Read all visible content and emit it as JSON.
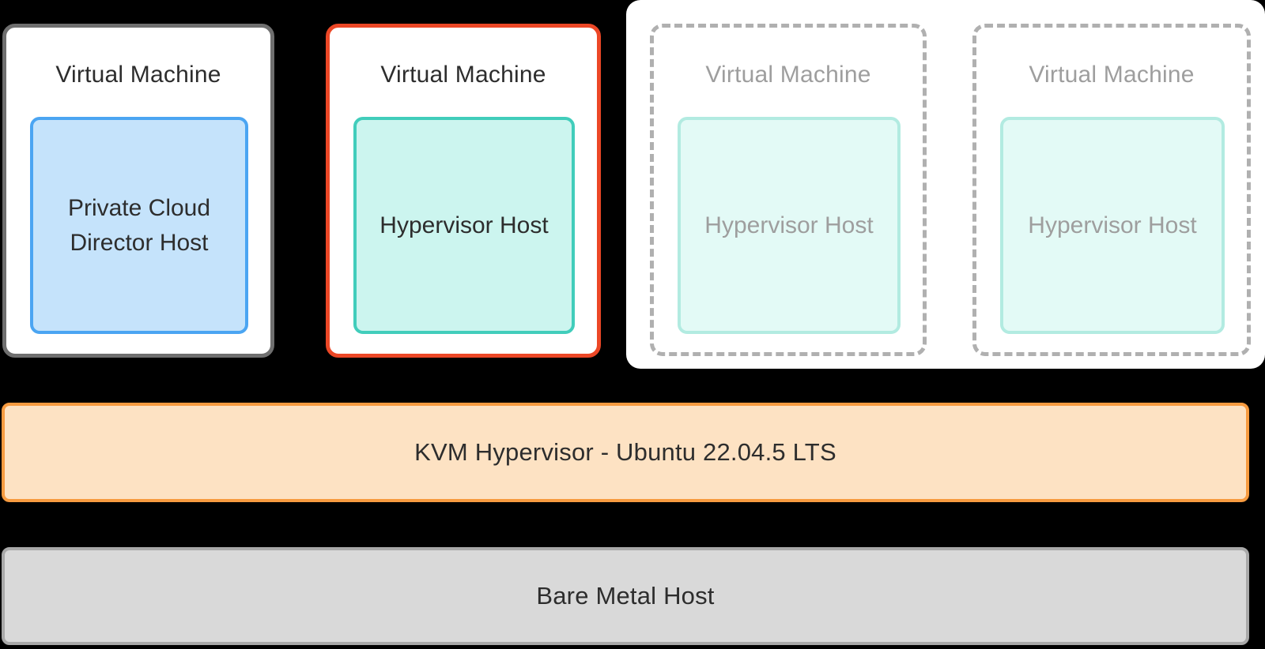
{
  "vms": [
    {
      "title": "Virtual Machine",
      "host": "Private Cloud Director Host",
      "state": "deployed"
    },
    {
      "title": "Virtual Machine",
      "host": "Hypervisor Host",
      "state": "deployed-highlighted"
    },
    {
      "title": "Virtual Machine",
      "host": "Hypervisor Host",
      "state": "planned"
    },
    {
      "title": "Virtual Machine",
      "host": "Hypervisor Host",
      "state": "planned"
    }
  ],
  "layers": [
    {
      "label": "KVM Hypervisor - Ubuntu 22.04.5 LTS"
    },
    {
      "label": "Bare Metal Host"
    }
  ],
  "colors": {
    "background": "#000000",
    "panel_bg": "#ffffff",
    "box_bg": "#ffffff",
    "box_border_gray": "#6f6f6f",
    "box_border_red": "#ec4726",
    "dashed_border": "#b0b0b0",
    "pcd_fill": "#c5e3fb",
    "pcd_border": "#4ba5f2",
    "hyp_fill": "#ccf5ef",
    "hyp_border": "#41cdbb",
    "hyp_fill_faded": "#e3faf6",
    "hyp_border_faded": "#b2ebe1",
    "kvm_fill": "#fde2c3",
    "kvm_border": "#f79b40",
    "metal_fill": "#d9d9d9",
    "metal_border": "#a9a9a9",
    "text_dark": "#2d2d2d",
    "text_muted": "#9e9e9e"
  }
}
